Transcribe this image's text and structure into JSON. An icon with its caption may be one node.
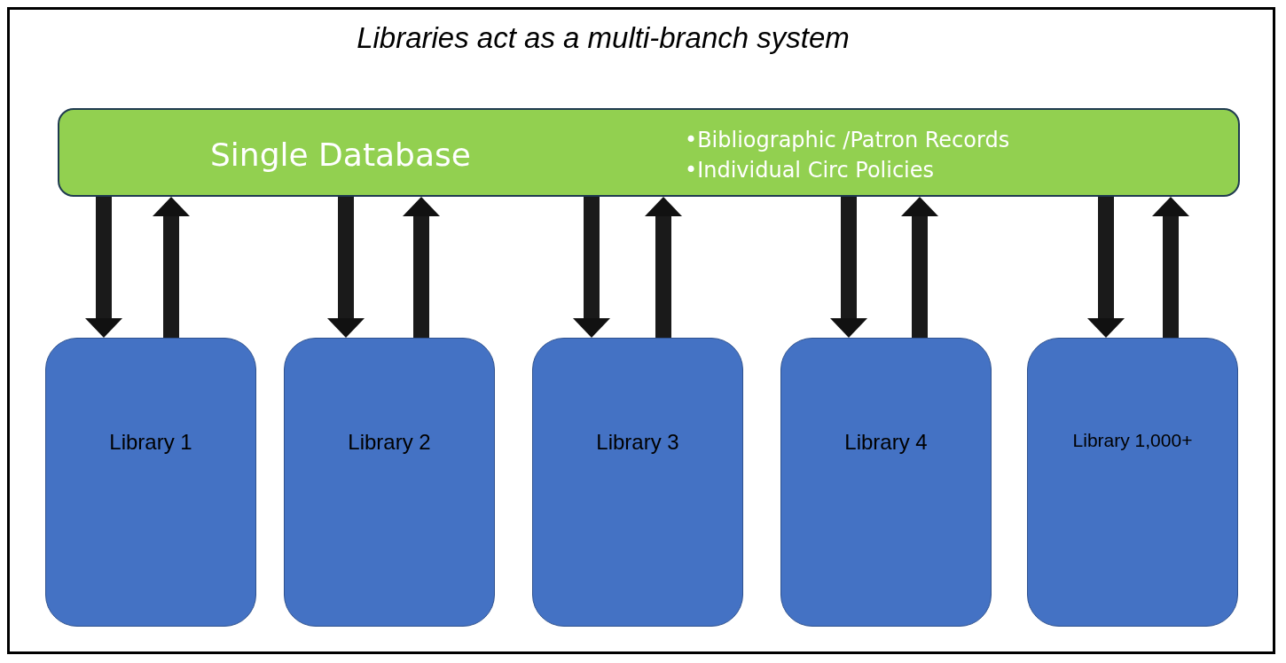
{
  "diagram": {
    "title": "Libraries act as a multi-branch system",
    "nodes": [
      {
        "text": [
          "Single Database",
          "•Bibliographic /Patron Records",
          "•Individual Circ Policies"
        ]
      },
      {
        "text": [
          "Library 1"
        ]
      },
      {
        "text": [
          "Library 2"
        ]
      },
      {
        "text": [
          "Library 3"
        ]
      },
      {
        "text": [
          "Library 4"
        ]
      },
      {
        "text": [
          "Library 1,000+"
        ]
      }
    ],
    "edges": [
      {
        "from": 0,
        "to": 1,
        "arrow": "to"
      },
      {
        "from": 1,
        "to": 0,
        "arrow": "to"
      },
      {
        "from": 0,
        "to": 2,
        "arrow": "to"
      },
      {
        "from": 2,
        "to": 0,
        "arrow": "to"
      },
      {
        "from": 0,
        "to": 3,
        "arrow": "to"
      },
      {
        "from": 3,
        "to": 0,
        "arrow": "to"
      },
      {
        "from": 0,
        "to": 4,
        "arrow": "to"
      },
      {
        "from": 4,
        "to": 0,
        "arrow": "to"
      },
      {
        "from": 0,
        "to": 5,
        "arrow": "to"
      },
      {
        "from": 5,
        "to": 0,
        "arrow": "to"
      }
    ]
  }
}
